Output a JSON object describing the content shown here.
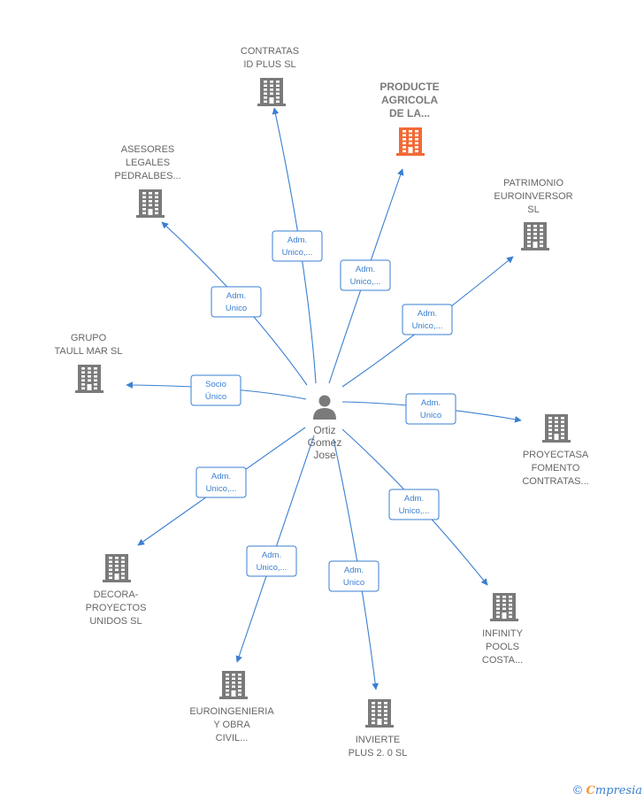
{
  "center": {
    "label_lines": [
      "Ortiz",
      "Gomez",
      "Jose"
    ],
    "icon": "person-icon"
  },
  "colors": {
    "edge": "#3a7fd1",
    "building": "#7a7a7a",
    "building_highlight": "#f26a35"
  },
  "nodes": [
    {
      "id": "contratas",
      "label_lines": [
        "CONTRATAS",
        "ID PLUS  SL"
      ],
      "highlight": false
    },
    {
      "id": "producte",
      "label_lines": [
        "PRODUCTE",
        "AGRICOLA",
        "DE LA..."
      ],
      "highlight": true
    },
    {
      "id": "asesores",
      "label_lines": [
        "ASESORES",
        "LEGALES",
        "PEDRALBES..."
      ],
      "highlight": false
    },
    {
      "id": "patrimonio",
      "label_lines": [
        "PATRIMONIO",
        "EUROINVERSOR",
        "SL"
      ],
      "highlight": false
    },
    {
      "id": "grupo",
      "label_lines": [
        "GRUPO",
        "TAULL MAR  SL"
      ],
      "highlight": false
    },
    {
      "id": "proyectasa",
      "label_lines": [
        "PROYECTASA",
        "FOMENTO",
        "CONTRATAS..."
      ],
      "highlight": false
    },
    {
      "id": "decora",
      "label_lines": [
        "DECORA-",
        "PROYECTOS",
        "UNIDOS  SL"
      ],
      "highlight": false
    },
    {
      "id": "infinity",
      "label_lines": [
        "INFINITY",
        "POOLS",
        "COSTA..."
      ],
      "highlight": false
    },
    {
      "id": "euroingenieria",
      "label_lines": [
        "EUROINGENIERIA",
        "Y OBRA",
        "CIVIL..."
      ],
      "highlight": false
    },
    {
      "id": "invierte",
      "label_lines": [
        "INVIERTE",
        "PLUS 2. 0  SL"
      ],
      "highlight": false
    }
  ],
  "edges": [
    {
      "to": "contratas",
      "label_lines": [
        "Adm.",
        "Unico,..."
      ]
    },
    {
      "to": "producte",
      "label_lines": [
        "Adm.",
        "Unico,..."
      ]
    },
    {
      "to": "asesores",
      "label_lines": [
        "Adm.",
        "Unico"
      ]
    },
    {
      "to": "patrimonio",
      "label_lines": [
        "Adm.",
        "Unico,..."
      ]
    },
    {
      "to": "grupo",
      "label_lines": [
        "Socio",
        "Único"
      ]
    },
    {
      "to": "proyectasa",
      "label_lines": [
        "Adm.",
        "Unico"
      ]
    },
    {
      "to": "decora",
      "label_lines": [
        "Adm.",
        "Unico,..."
      ]
    },
    {
      "to": "infinity",
      "label_lines": [
        "Adm.",
        "Unico,..."
      ]
    },
    {
      "to": "euroingenieria",
      "label_lines": [
        "Adm.",
        "Unico,..."
      ]
    },
    {
      "to": "invierte",
      "label_lines": [
        "Adm.",
        "Unico"
      ]
    }
  ],
  "brand": {
    "copyright": "©",
    "initial": "C",
    "rest": "mpresia"
  }
}
